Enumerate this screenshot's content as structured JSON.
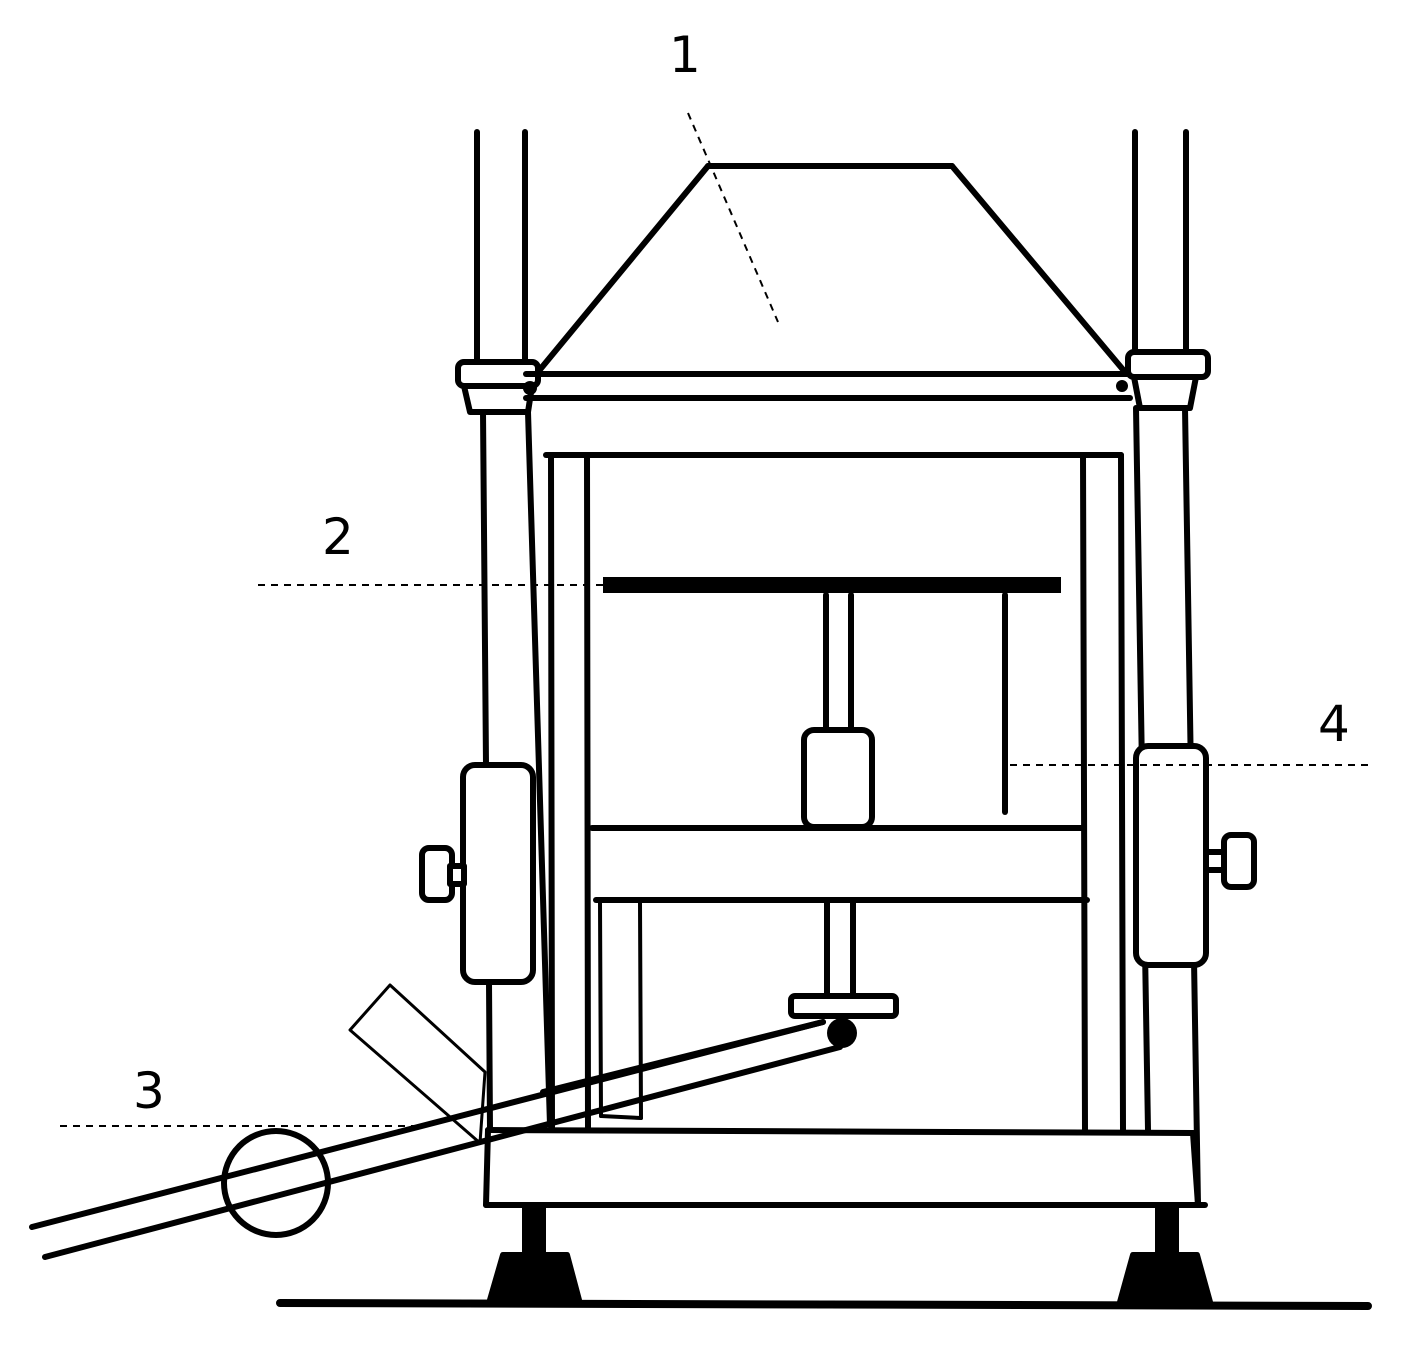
{
  "diagram": {
    "labels": {
      "l1": "1",
      "l2": "2",
      "l3": "3",
      "l4": "4"
    },
    "colors": {
      "line": "#000000",
      "background": "#ffffff"
    }
  }
}
